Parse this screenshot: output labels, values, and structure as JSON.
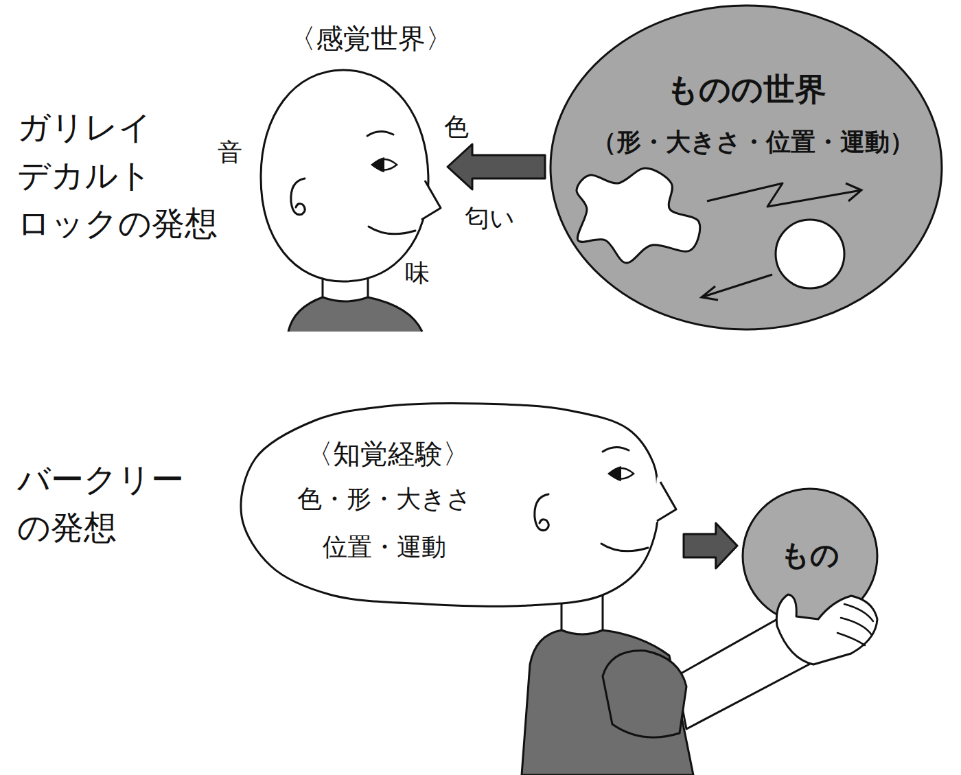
{
  "diagram": {
    "nodes": [
      {
        "text": [
          "〈感覚世界〉"
        ]
      },
      {
        "text": [
          "ものの世界",
          "（形・大きさ・位置・運動）"
        ]
      },
      {
        "text": [
          "〈知覚経験〉",
          "色・形・大きさ 位置・運動"
        ]
      },
      {
        "text": [
          "もの"
        ]
      }
    ],
    "edges": [
      {
        "from": 1,
        "to": 0,
        "arrow": "to"
      },
      {
        "from": 2,
        "to": 3,
        "arrow": "to"
      }
    ],
    "labels": [
      "ガリレイ デカルト ロックの発想",
      "音",
      "色",
      "匂い",
      "味",
      "バークリー の発想",
      "音",
      "匂い",
      "味"
    ]
  }
}
